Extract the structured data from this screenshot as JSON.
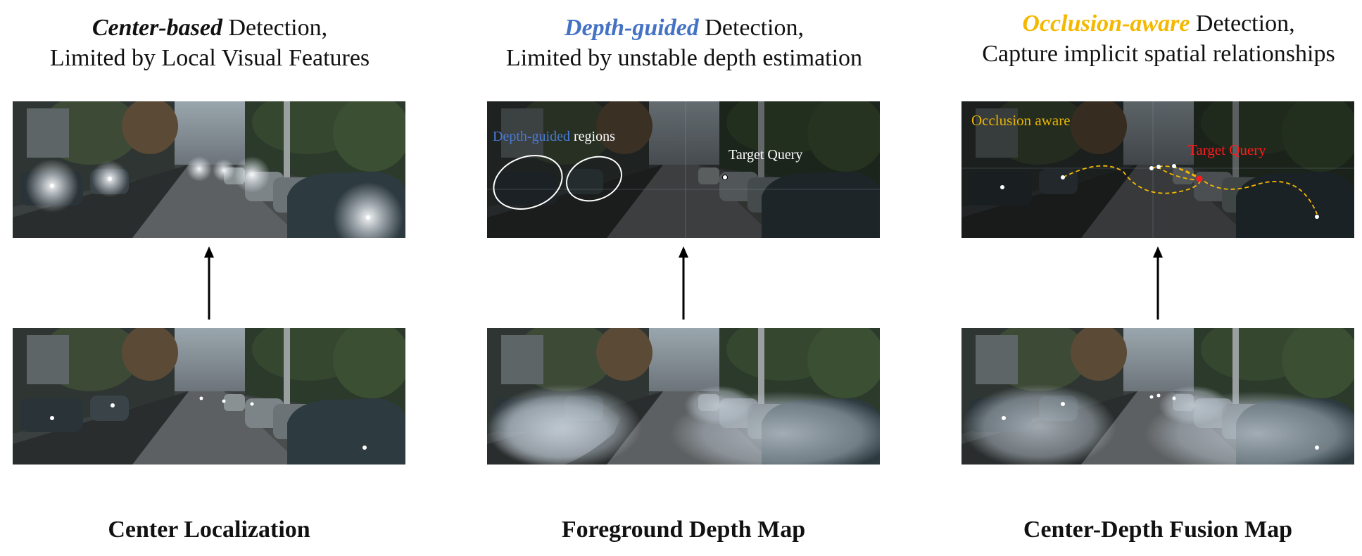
{
  "columns": [
    {
      "title_em": "Center-based",
      "title_rest": " Detection,",
      "title_line2": "Limited by Local Visual Features",
      "caption": "Center Localization",
      "em_color": "#111111"
    },
    {
      "title_em": "Depth-guided",
      "title_rest": " Detection,",
      "title_line2": "Limited by unstable depth estimation",
      "caption": "Foreground Depth Map",
      "em_color": "#4472c4",
      "annotations": {
        "region_em": "Depth-guided",
        "region_rest": " regions",
        "target_query": "Target Query"
      }
    },
    {
      "title_em": "Occlusion-aware",
      "title_rest": " Detection,",
      "title_line2": "Capture implicit spatial relationships",
      "caption": "Center-Depth Fusion Map",
      "em_color": "#f5b800",
      "annotations": {
        "occlusion_label": "Occlusion aware",
        "target_query": "Target Query"
      }
    }
  ],
  "icons": {
    "arrow": "up-arrow-icon",
    "center_point": "white-dot-icon",
    "target_point": "red-dot-icon"
  },
  "colors": {
    "accent_blue": "#4472c4",
    "accent_orange": "#f5b800",
    "target_red": "#ff1a1a"
  }
}
